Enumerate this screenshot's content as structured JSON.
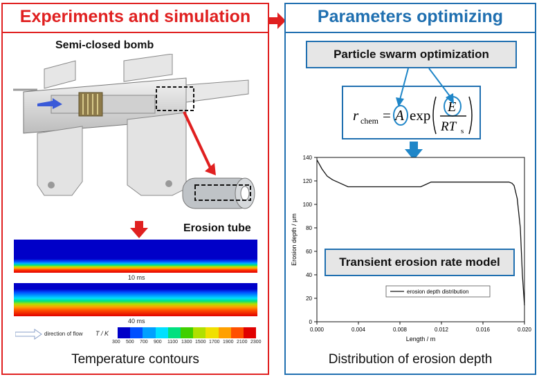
{
  "left": {
    "title": "Experiments and simulation",
    "bomb_label": "Semi-closed bomb",
    "tube_label": "Erosion tube",
    "contour1_label": "10 ms",
    "contour2_label": "40 ms",
    "flow_label": "direction of flow",
    "scale_label": "T / K",
    "scale_ticks": [
      "300",
      "500",
      "700",
      "900",
      "1100",
      "1300",
      "1500",
      "1700",
      "1900",
      "2100",
      "2300"
    ],
    "scale_colors": [
      "#0000c8",
      "#0050ff",
      "#00a0ff",
      "#00e0ff",
      "#00e080",
      "#40d000",
      "#b0e000",
      "#f0e000",
      "#ffa000",
      "#ff5000",
      "#e00000"
    ],
    "caption": "Temperature contours"
  },
  "right": {
    "title": "Parameters optimizing",
    "pso_label": "Particle swarm optimization",
    "formula": {
      "r": "r",
      "sub": "chem",
      "eq": "=",
      "A": "A",
      "exp": "exp",
      "E": "E",
      "RT": "RT",
      "s": "s"
    },
    "model_label": "Transient erosion rate model",
    "caption": "Distribution of erosion depth"
  },
  "colors": {
    "left_accent": "#e02020",
    "right_accent": "#1f6fb0",
    "blue_arrow": "#1f86c8"
  },
  "chart_data": {
    "type": "line",
    "xlabel": "Length / m",
    "ylabel": "Erosion depth / μm",
    "xlim": [
      0,
      0.02
    ],
    "ylim": [
      0,
      140
    ],
    "xticks": [
      "0.000",
      "0.004",
      "0.008",
      "0.012",
      "0.016",
      "0.020"
    ],
    "yticks": [
      "0",
      "20",
      "40",
      "60",
      "80",
      "100",
      "120",
      "140"
    ],
    "series": [
      {
        "name": "erosion depth distribution",
        "x": [
          0.0,
          0.0005,
          0.001,
          0.0015,
          0.002,
          0.003,
          0.004,
          0.006,
          0.008,
          0.01,
          0.0105,
          0.011,
          0.012,
          0.014,
          0.016,
          0.018,
          0.0185,
          0.0188,
          0.019,
          0.0193,
          0.0196,
          0.0198,
          0.02
        ],
        "y": [
          138,
          130,
          124,
          121,
          119,
          115,
          115,
          115,
          115,
          115,
          117,
          119,
          119,
          119,
          119,
          119,
          119,
          118,
          116,
          105,
          80,
          40,
          14
        ]
      }
    ]
  }
}
